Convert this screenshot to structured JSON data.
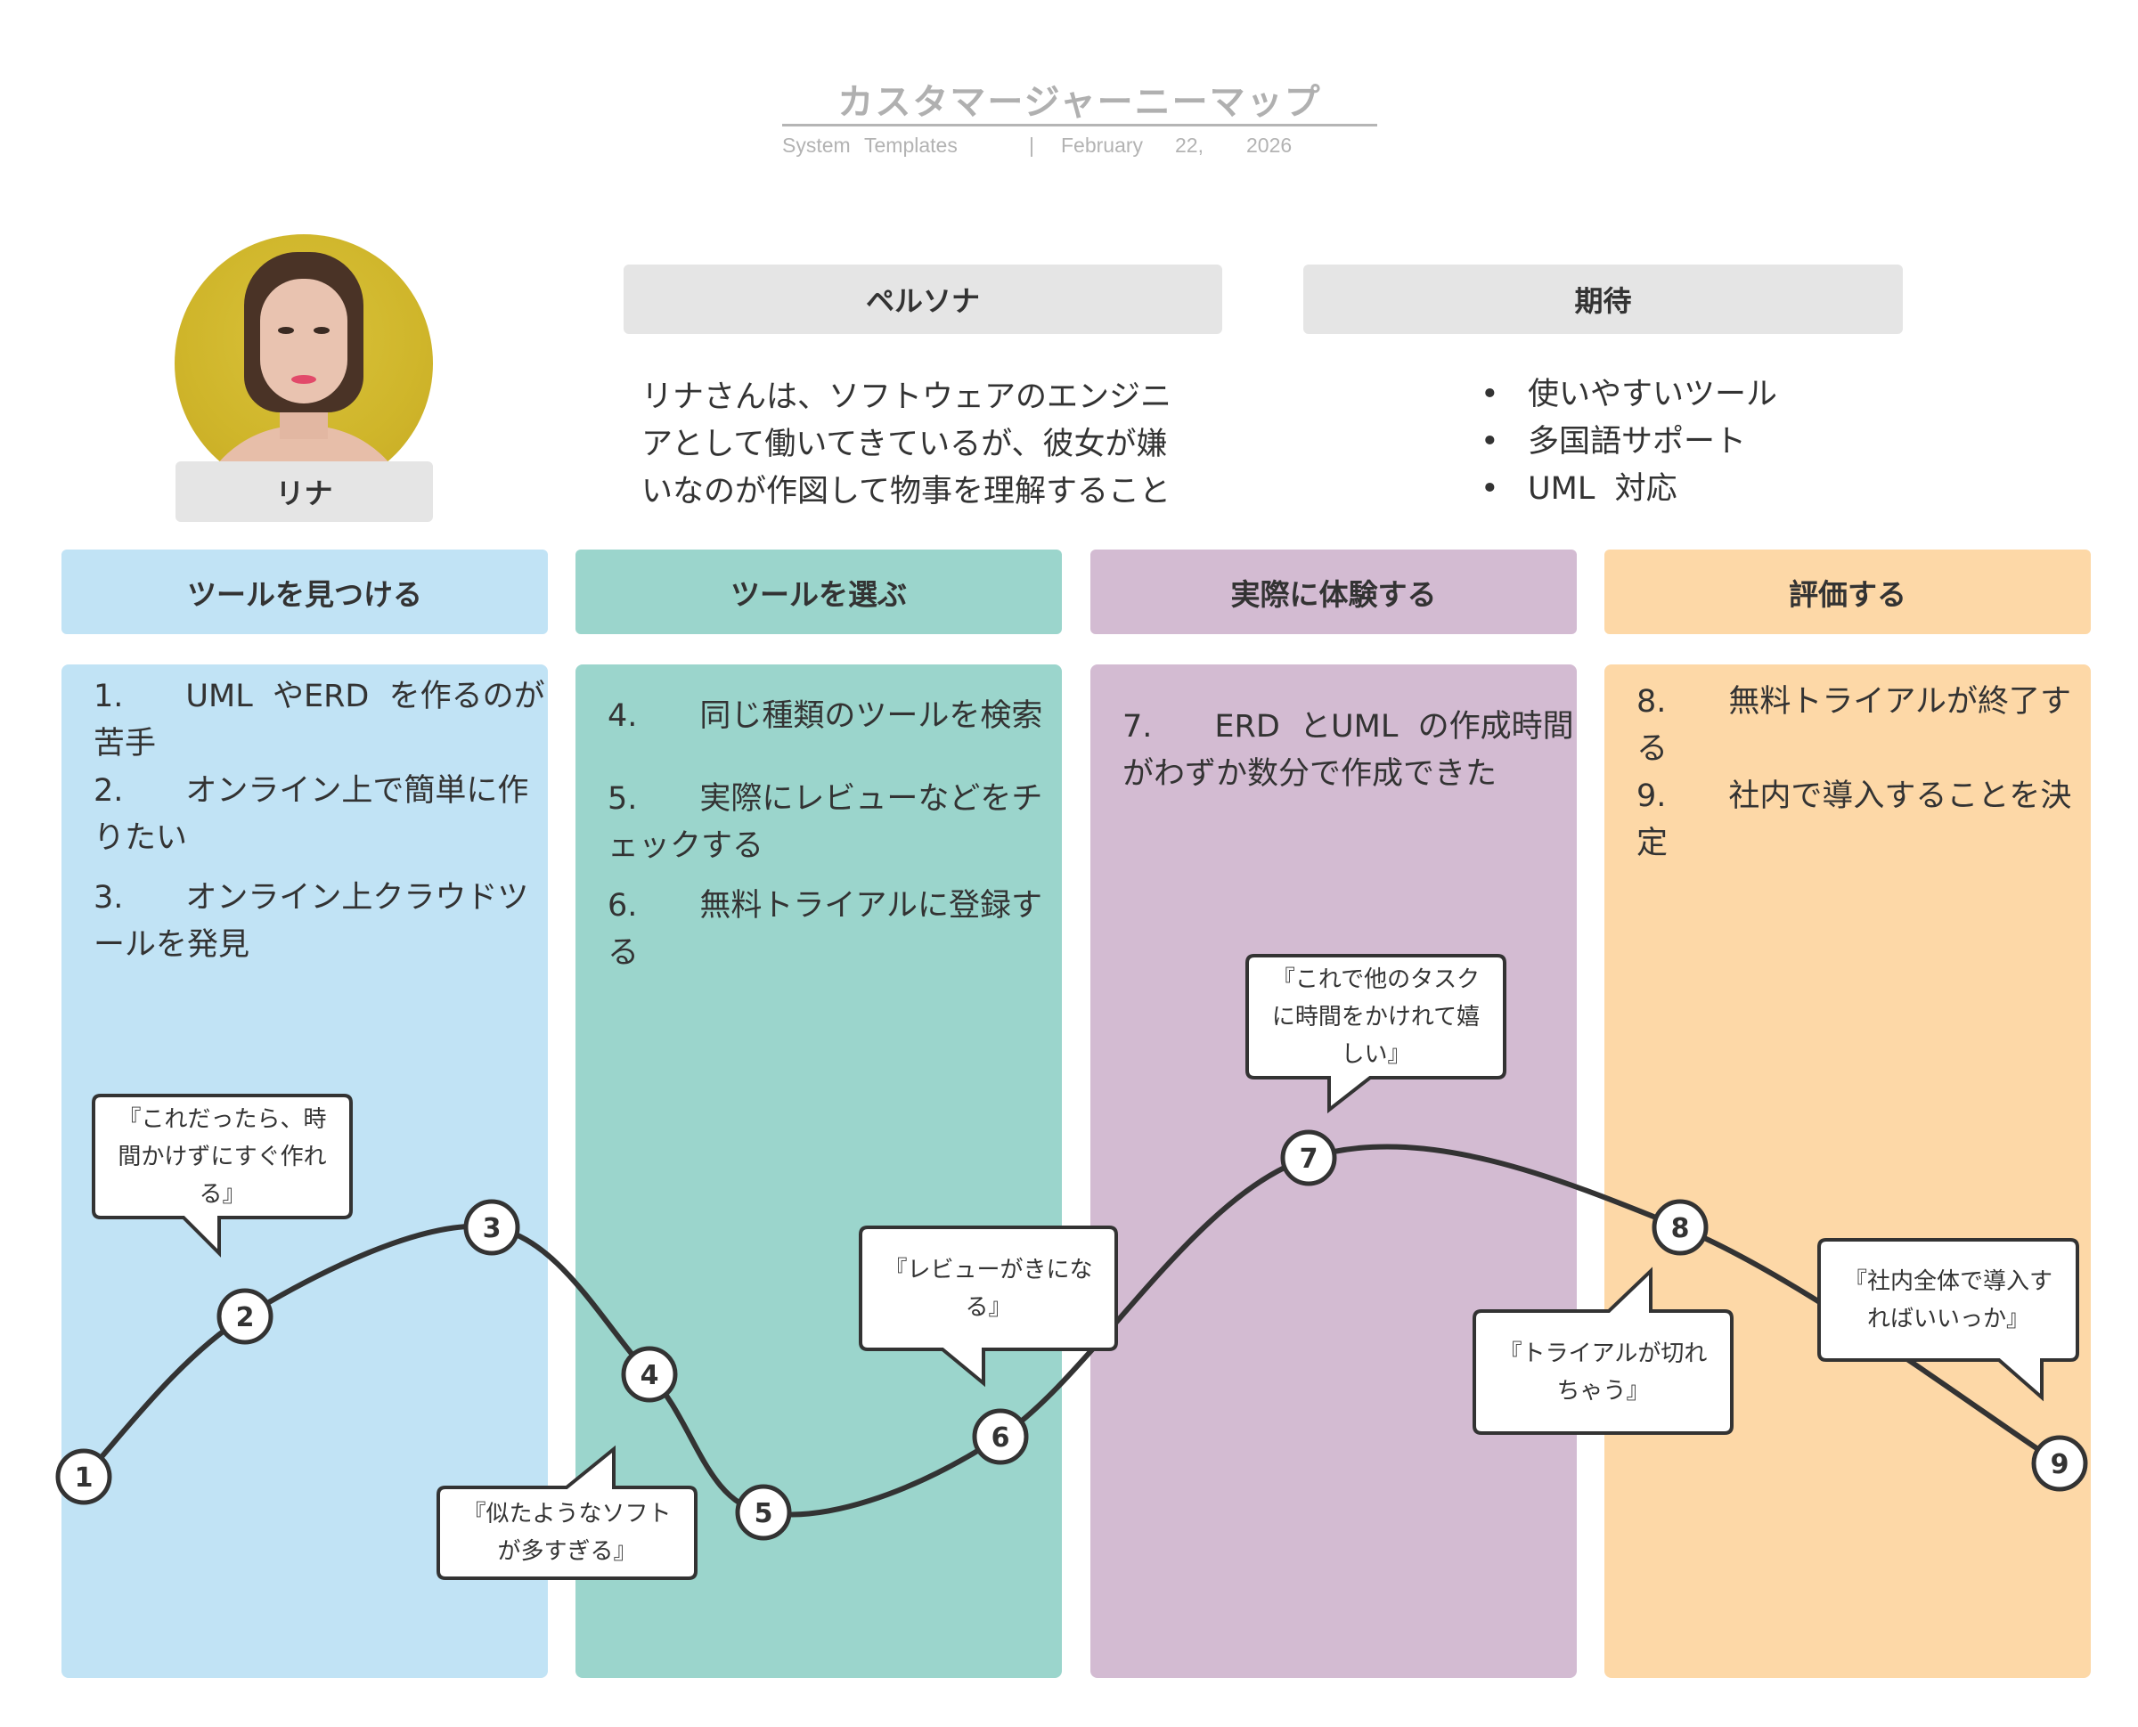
{
  "header": {
    "title": "カスタマージャーニーマップ",
    "subtitle": [
      "System",
      "Templates",
      "|",
      "February",
      "22,",
      "2026"
    ]
  },
  "persona": {
    "name": "リナ",
    "avatar_icon": "persona-photo",
    "section_label": "ペルソナ",
    "description_lines": [
      "リナさんは、ソフトウェアのエンジニ",
      "アとして働いてきているが、彼女が嫌",
      "いなのが作図して物事を理解すること"
    ]
  },
  "expectations": {
    "section_label": "期待",
    "items": [
      "使いやすいツール",
      "多国語サポート",
      "UML  対応"
    ],
    "bullet": "•"
  },
  "stages": [
    {
      "label": "ツールを見つける",
      "color": "#c1e3f5",
      "steps": [
        [
          "1.　　UML  やERD  を作るのが",
          "苦手"
        ],
        [
          "2.　　オンライン上で簡単に作",
          "りたい"
        ],
        [
          "3.　　オンライン上クラウドツ",
          "ールを発見"
        ]
      ]
    },
    {
      "label": "ツールを選ぶ",
      "color": "#9bd5cc",
      "steps": [
        [
          "4.　　同じ種類のツールを検索"
        ],
        [
          "5.　　実際にレビューなどをチ",
          "ェックする"
        ],
        [
          "6.　　無料トライアルに登録す",
          "る"
        ]
      ]
    },
    {
      "label": "実際に体験する",
      "color": "#d3bbd2",
      "steps": [
        [
          "7.　　ERD  とUML  の作成時間",
          "がわずか数分で作成できた"
        ]
      ]
    },
    {
      "label": "評価する",
      "color": "#fdd8a7",
      "steps": [
        [
          "8.　　無料トライアルが終了す",
          "る"
        ],
        [
          "9.　　社内で導入することを決",
          "定"
        ]
      ]
    }
  ],
  "journey": {
    "line_color": "#333333",
    "touchpoints": [
      {
        "label": "1",
        "stage": 1,
        "sentiment": 0.05
      },
      {
        "label": "2",
        "stage": 1,
        "sentiment": 0.45
      },
      {
        "label": "3",
        "stage": 1,
        "sentiment": 0.68
      },
      {
        "label": "4",
        "stage": 2,
        "sentiment": 0.32
      },
      {
        "label": "5",
        "stage": 2,
        "sentiment": 0.0
      },
      {
        "label": "6",
        "stage": 2,
        "sentiment": 0.18
      },
      {
        "label": "7",
        "stage": 3,
        "sentiment": 0.87
      },
      {
        "label": "8",
        "stage": 4,
        "sentiment": 0.7
      },
      {
        "label": "9",
        "stage": 4,
        "sentiment": 0.12
      }
    ],
    "quotes": [
      {
        "text": "『これだったら、時間かけずにすぐ作れる』",
        "near": "2"
      },
      {
        "text": "『似たようなソフトが多すぎる』",
        "near": "4"
      },
      {
        "text": "『レビューがきになる』",
        "near": "6"
      },
      {
        "text": "『これで他のタスクに時間をかけれて嬉しい』",
        "near": "7"
      },
      {
        "text": "『トライアルが切れちゃう』",
        "near": "8"
      },
      {
        "text": "『社内全体で導入すればいいっか』",
        "near": "9"
      }
    ]
  }
}
